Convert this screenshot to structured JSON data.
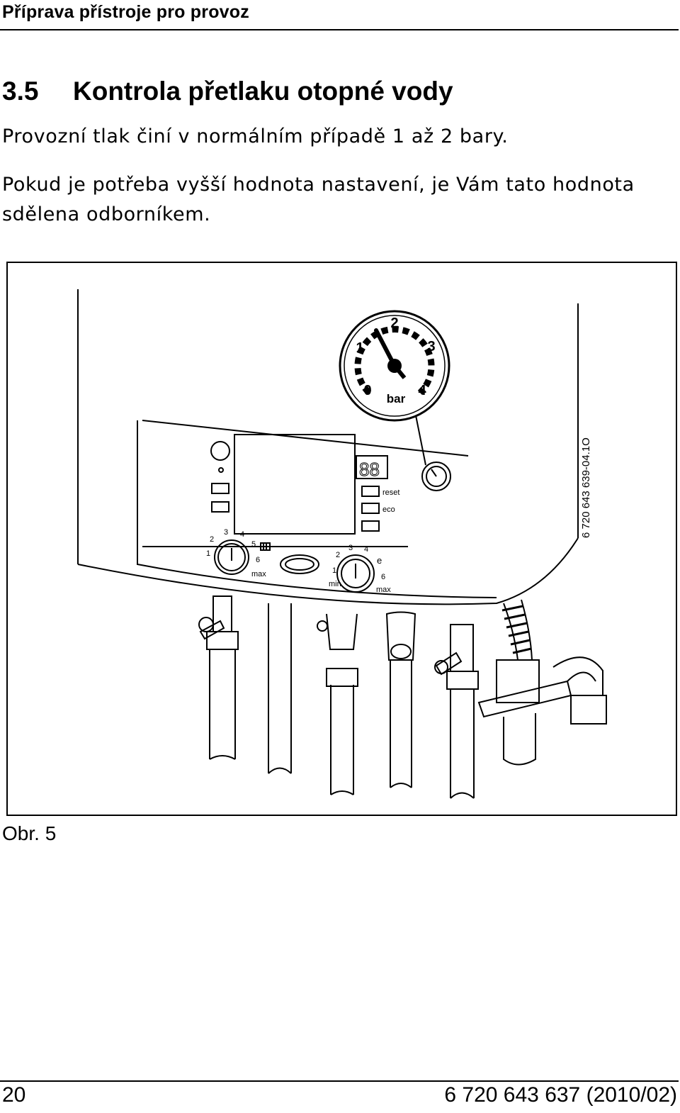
{
  "header": {
    "title": "Příprava přístroje pro provoz"
  },
  "section": {
    "number": "3.5",
    "title": "Kontrola přetlaku otopné  vody"
  },
  "paragraphs": [
    "Provozní tlak činí v normálním případě 1 až 2 bary.",
    "Pokud je potřeba vyšší hodnota nastavení, je Vám tato hodnota sdělena odborníkem."
  ],
  "figure": {
    "gauge": {
      "unit": "bar",
      "scale": [
        "0",
        "1",
        "2",
        "3",
        "4"
      ]
    },
    "panel": {
      "display": "88",
      "buttons": [
        "reset",
        "eco"
      ],
      "knob_left_scale": [
        "1",
        "2",
        "3",
        "4",
        "5",
        "6",
        "max"
      ],
      "knob_right_scale": [
        "1",
        "2",
        "3",
        "4",
        "e",
        "6",
        "min",
        "max"
      ]
    },
    "code": "6 720 643 639-04.1O",
    "caption": "Obr. 5"
  },
  "footer": {
    "page_number": "20",
    "doc_number": "6 720 643 637 (2010/02)"
  }
}
